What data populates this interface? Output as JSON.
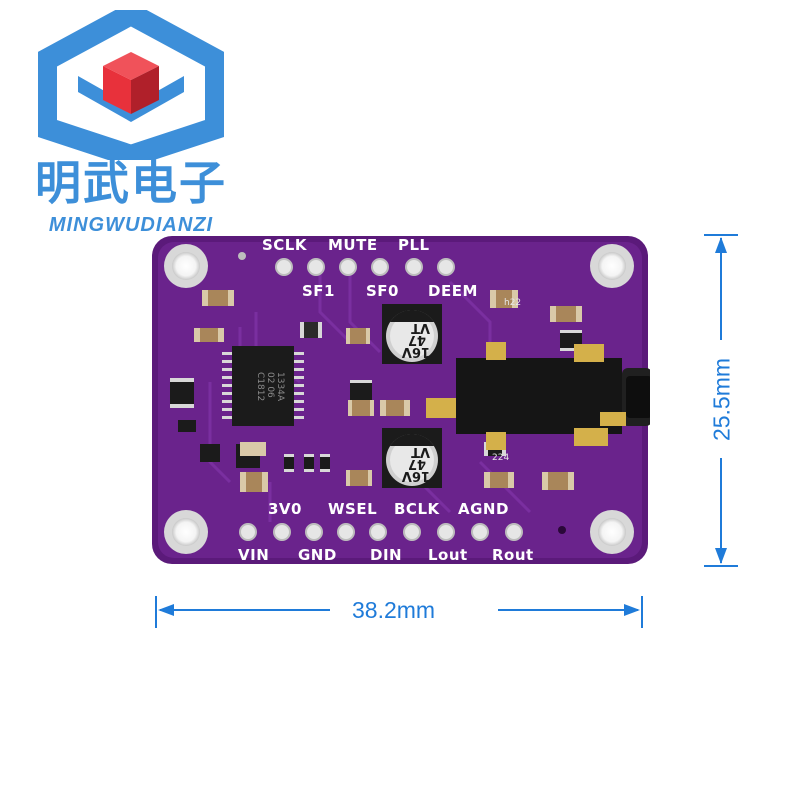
{
  "logo": {
    "chinese": "明武电子",
    "english": "MINGWUDIANZI",
    "icon": "cube-logo-icon",
    "colors": {
      "blue": "#3d8fd9",
      "red": "#e8313b",
      "dark_red": "#b0202a"
    }
  },
  "board": {
    "color": "#5b1a7a",
    "pins_top_row1": [
      "SCLK",
      "MUTE",
      "PLL"
    ],
    "pins_top_row2": [
      "SF1",
      "SF0",
      "DEEM"
    ],
    "pins_bottom_row1": [
      "3V0",
      "WSEL",
      "BCLK",
      "AGND"
    ],
    "pins_bottom_row2": [
      "VIN",
      "GND",
      "DIN",
      "Lout",
      "Rout"
    ],
    "chip_marking": [
      "1334A",
      "02 06",
      "C1812"
    ],
    "capacitor_marking": [
      "47",
      "16V",
      "VT"
    ],
    "smd_markings": [
      "h22",
      "224"
    ],
    "audio_jack": "3.5mm-audio-jack-icon"
  },
  "dimensions": {
    "width": "38.2mm",
    "height": "25.5mm",
    "color": "#1f7bd9"
  }
}
